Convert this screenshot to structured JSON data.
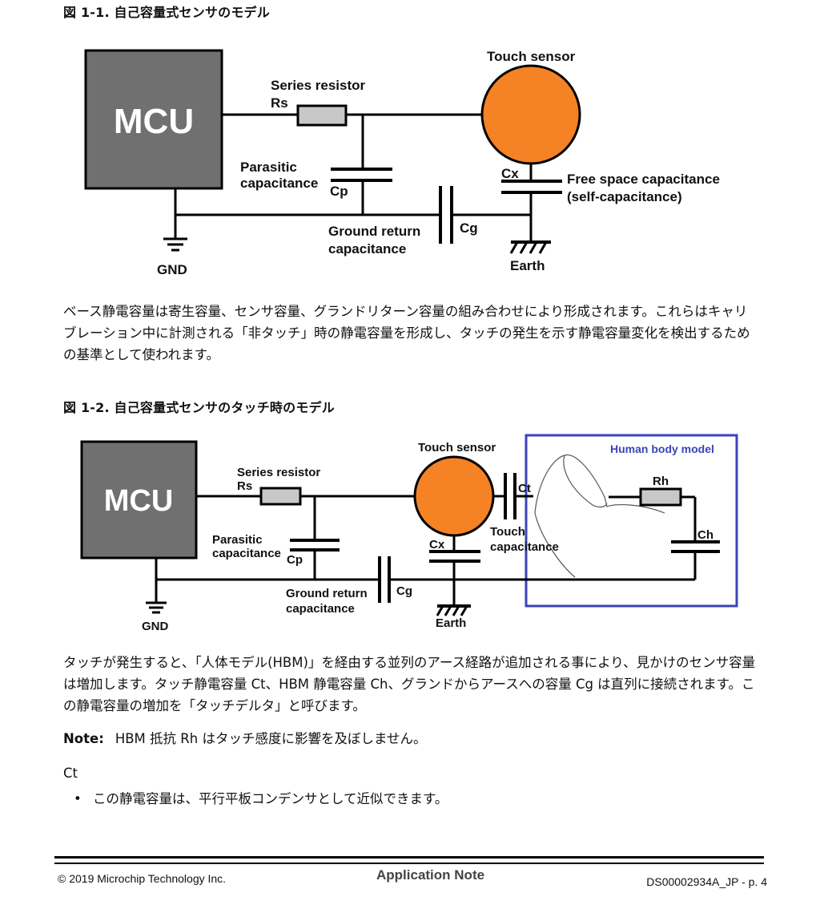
{
  "figure1": {
    "title": "図 1-1. 自己容量式センサのモデル",
    "mcu": "MCU",
    "touch_sensor": "Touch sensor",
    "series_resistor": "Series resistor",
    "rs": "Rs",
    "parasitic": "Parasitic",
    "capacitance": "capacitance",
    "cp": "Cp",
    "cx": "Cx",
    "free_space": "Free space capacitance",
    "self_cap": "(self-capacitance)",
    "ground_return": "Ground return",
    "gr_capacitance": "capacitance",
    "cg": "Cg",
    "gnd": "GND",
    "earth": "Earth"
  },
  "paragraph1": "ベース静電容量は寄生容量、センサ容量、グランドリターン容量の組み合わせにより形成されます。これらはキャリブレーション中に計測される「非タッチ」時の静電容量を形成し、タッチの発生を示す静電容量変化を検出するための基準として使われます。",
  "figure2": {
    "title": "図 1-2. 自己容量式センサのタッチ時のモデル",
    "mcu": "MCU",
    "touch_sensor": "Touch sensor",
    "series_resistor": "Series resistor",
    "rs": "Rs",
    "parasitic": "Parasitic",
    "capacitance": "capacitance",
    "cp": "Cp",
    "cx": "Cx",
    "ct": "Ct",
    "touch": "Touch",
    "touch_capacitance": "capacitance",
    "human_body_model": "Human body model",
    "rh": "Rh",
    "ch": "Ch",
    "ground_return": "Ground return",
    "gr_capacitance": "capacitance",
    "cg": "Cg",
    "gnd": "GND",
    "earth": "Earth"
  },
  "paragraph2": "タッチが発生すると、「人体モデル(HBM)」を経由する並列のアース経路が追加される事により、見かけのセンサ容量は増加します。タッチ静電容量 Ct、HBM 静電容量 Ch、グランドからアースへの容量 Cg は直列に接続されます。この静電容量の増加を「タッチデルタ」と呼びます。",
  "note": {
    "label": "Note:",
    "text": "HBM 抵抗 Rh はタッチ感度に影響を及ぼしません。"
  },
  "ct_label": "Ct",
  "bullet": {
    "symbol": "•",
    "text": "この静電容量は、平行平板コンデンサとして近似できます。"
  },
  "footer": {
    "copyright": "© 2019 Microchip Technology Inc.",
    "center": "Application Note",
    "doc_id": "DS00002934A_JP - p. 4"
  },
  "colors": {
    "mcu_fill": "#707070",
    "sensor_fill": "#F58225",
    "resistor_fill": "#c8c8c8",
    "hbm_border": "#3a44b8",
    "hbm_text": "#3a44b8"
  }
}
